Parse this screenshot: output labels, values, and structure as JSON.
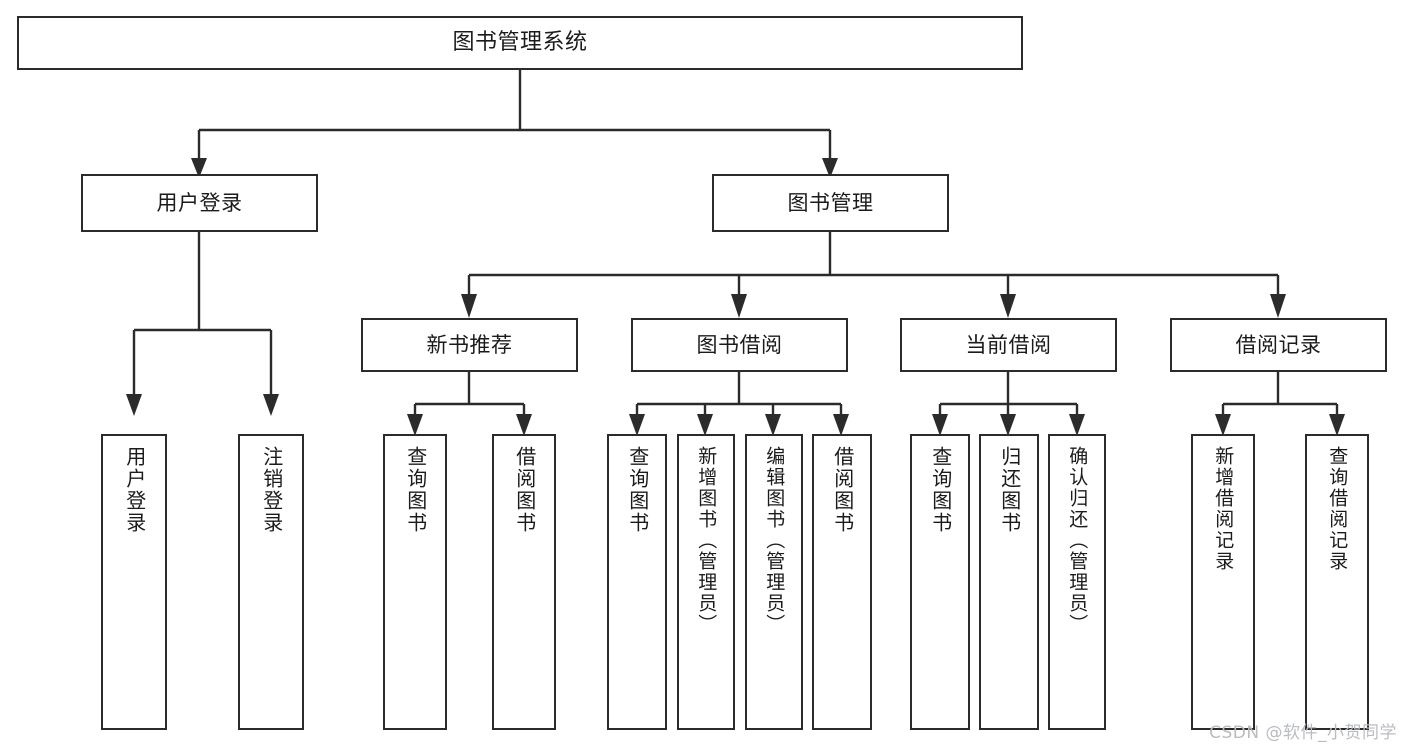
{
  "diagram": {
    "type": "tree",
    "title": "图书管理系统",
    "background_color": "#ffffff",
    "node_border_color": "#2b2b2b",
    "node_fill_color": "#ffffff",
    "root": {
      "label": "图书管理系统"
    },
    "level2": [
      {
        "label": "用户登录"
      },
      {
        "label": "图书管理"
      }
    ],
    "level3": [
      {
        "label": "新书推荐"
      },
      {
        "label": "图书借阅"
      },
      {
        "label": "当前借阅"
      },
      {
        "label": "借阅记录"
      }
    ],
    "leaves": {
      "user_login": [
        {
          "label": "用户登录"
        },
        {
          "label": "注销登录"
        }
      ],
      "new_book_recommend": [
        {
          "label": "查询图书"
        },
        {
          "label": "借阅图书"
        }
      ],
      "book_borrow": [
        {
          "label": "查询图书"
        },
        {
          "label": "新增图书（管理员）"
        },
        {
          "label": "编辑图书（管理员）"
        },
        {
          "label": "借阅图书"
        }
      ],
      "current_borrow": [
        {
          "label": "查询图书"
        },
        {
          "label": "归还图书"
        },
        {
          "label": "确认归还（管理员）"
        }
      ],
      "borrow_record": [
        {
          "label": "新增借阅记录"
        },
        {
          "label": "查询借阅记录"
        }
      ]
    }
  },
  "watermark": {
    "text": "CSDN @软件_小贺同学"
  }
}
